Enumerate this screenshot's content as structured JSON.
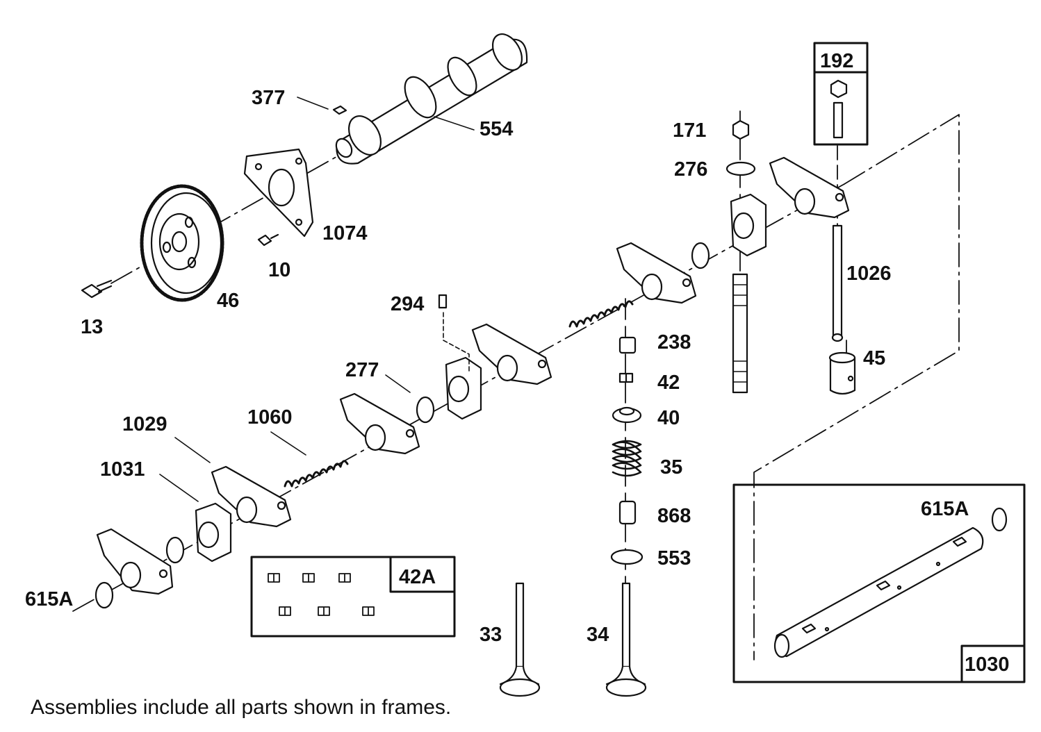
{
  "colors": {
    "ink": "#111111",
    "paper": "#ffffff"
  },
  "part_labels": [
    {
      "id": "377",
      "text": "377"
    },
    {
      "id": "554",
      "text": "554"
    },
    {
      "id": "1074",
      "text": "1074"
    },
    {
      "id": "10",
      "text": "10"
    },
    {
      "id": "46",
      "text": "46"
    },
    {
      "id": "13",
      "text": "13"
    },
    {
      "id": "171",
      "text": "171"
    },
    {
      "id": "276",
      "text": "276"
    },
    {
      "id": "1026",
      "text": "1026"
    },
    {
      "id": "45",
      "text": "45"
    },
    {
      "id": "294",
      "text": "294"
    },
    {
      "id": "238",
      "text": "238"
    },
    {
      "id": "42",
      "text": "42"
    },
    {
      "id": "40",
      "text": "40"
    },
    {
      "id": "35",
      "text": "35"
    },
    {
      "id": "868",
      "text": "868"
    },
    {
      "id": "553",
      "text": "553"
    },
    {
      "id": "277",
      "text": "277"
    },
    {
      "id": "1060",
      "text": "1060"
    },
    {
      "id": "1029",
      "text": "1029"
    },
    {
      "id": "1031",
      "text": "1031"
    },
    {
      "id": "615A-left",
      "text": "615A"
    },
    {
      "id": "615A-frame",
      "text": "615A"
    },
    {
      "id": "33",
      "text": "33"
    },
    {
      "id": "34",
      "text": "34"
    }
  ],
  "frames": {
    "f192": {
      "label": "192"
    },
    "f42a": {
      "label": "42A"
    },
    "f1030": {
      "label": "1030"
    }
  },
  "footnote": "Assemblies include all parts shown in frames."
}
